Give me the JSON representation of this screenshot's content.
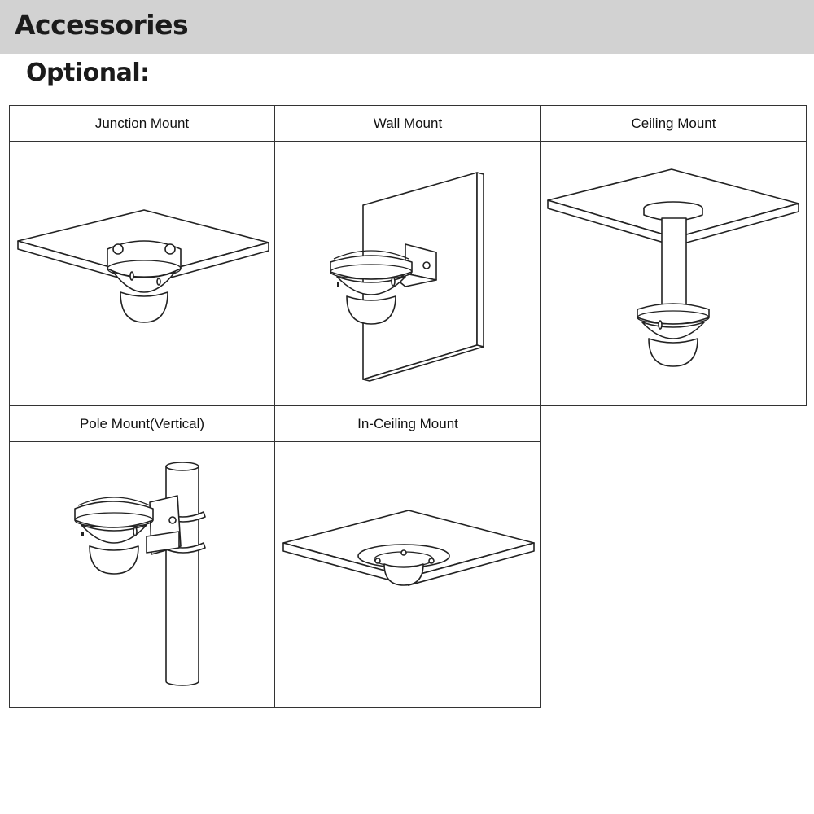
{
  "header": {
    "title": "Accessories"
  },
  "section": {
    "title": "Optional:"
  },
  "mounts": [
    {
      "label": "Junction Mount",
      "icon": "junction-mount-icon"
    },
    {
      "label": "Wall Mount",
      "icon": "wall-mount-icon"
    },
    {
      "label": "Ceiling Mount",
      "icon": "ceiling-mount-icon"
    },
    {
      "label": "Pole Mount(Vertical)",
      "icon": "pole-mount-icon"
    },
    {
      "label": "In-Ceiling Mount",
      "icon": "in-ceiling-mount-icon"
    }
  ],
  "colors": {
    "header_bg": "#d2d2d2",
    "line": "#222222"
  }
}
